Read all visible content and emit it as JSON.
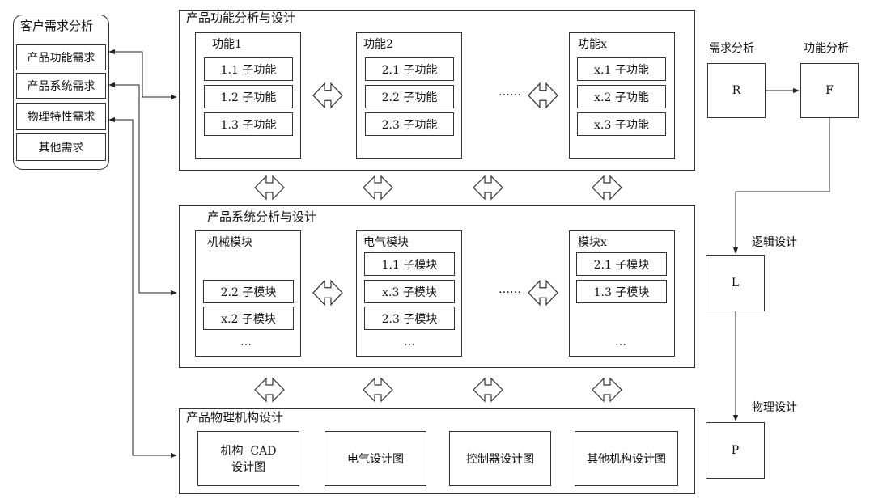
{
  "customer": {
    "title": "客户需求分析",
    "items": [
      "产品功能需求",
      "产品系统需求",
      "物理特性需求",
      "其他需求"
    ]
  },
  "function_layer": {
    "title": "产品功能分析与设计",
    "columns": [
      {
        "title": "功能1",
        "items": [
          "1.1 子功能",
          "1.2 子功能",
          "1.3 子功能"
        ]
      },
      {
        "title": "功能2",
        "items": [
          "2.1 子功能",
          "2.2 子功能",
          "2.3 子功能"
        ]
      },
      {
        "title": "功能x",
        "items": [
          "x.1 子功能",
          "x.2 子功能",
          "x.3 子功能"
        ]
      }
    ],
    "ellipsis": "……"
  },
  "system_layer": {
    "title": "产品系统分析与设计",
    "columns": [
      {
        "title": "机械模块",
        "items": [
          "2.2 子模块",
          "x.2 子模块"
        ],
        "more": "…"
      },
      {
        "title": "电气模块",
        "items": [
          "1.1 子模块",
          "x.3 子模块",
          "2.3 子模块"
        ],
        "more": "…"
      },
      {
        "title": "模块x",
        "items": [
          "2.1 子模块",
          "1.3 子模块"
        ],
        "more": "…"
      }
    ],
    "ellipsis": "……"
  },
  "physical_layer": {
    "title": "产品物理机构设计",
    "items": [
      {
        "line1": "机构  CAD",
        "line2": "设计图"
      },
      {
        "line1": "电气设计图",
        "line2": ""
      },
      {
        "line1": "控制器设计图",
        "line2": ""
      },
      {
        "line1": "其他机构设计图",
        "line2": ""
      }
    ]
  },
  "flow": {
    "nodes": {
      "R": "R",
      "F": "F",
      "L": "L",
      "P": "P"
    },
    "labels": {
      "req": "需求分析",
      "func": "功能分析",
      "logic": "逻辑设计",
      "phys": "物理设计"
    }
  }
}
